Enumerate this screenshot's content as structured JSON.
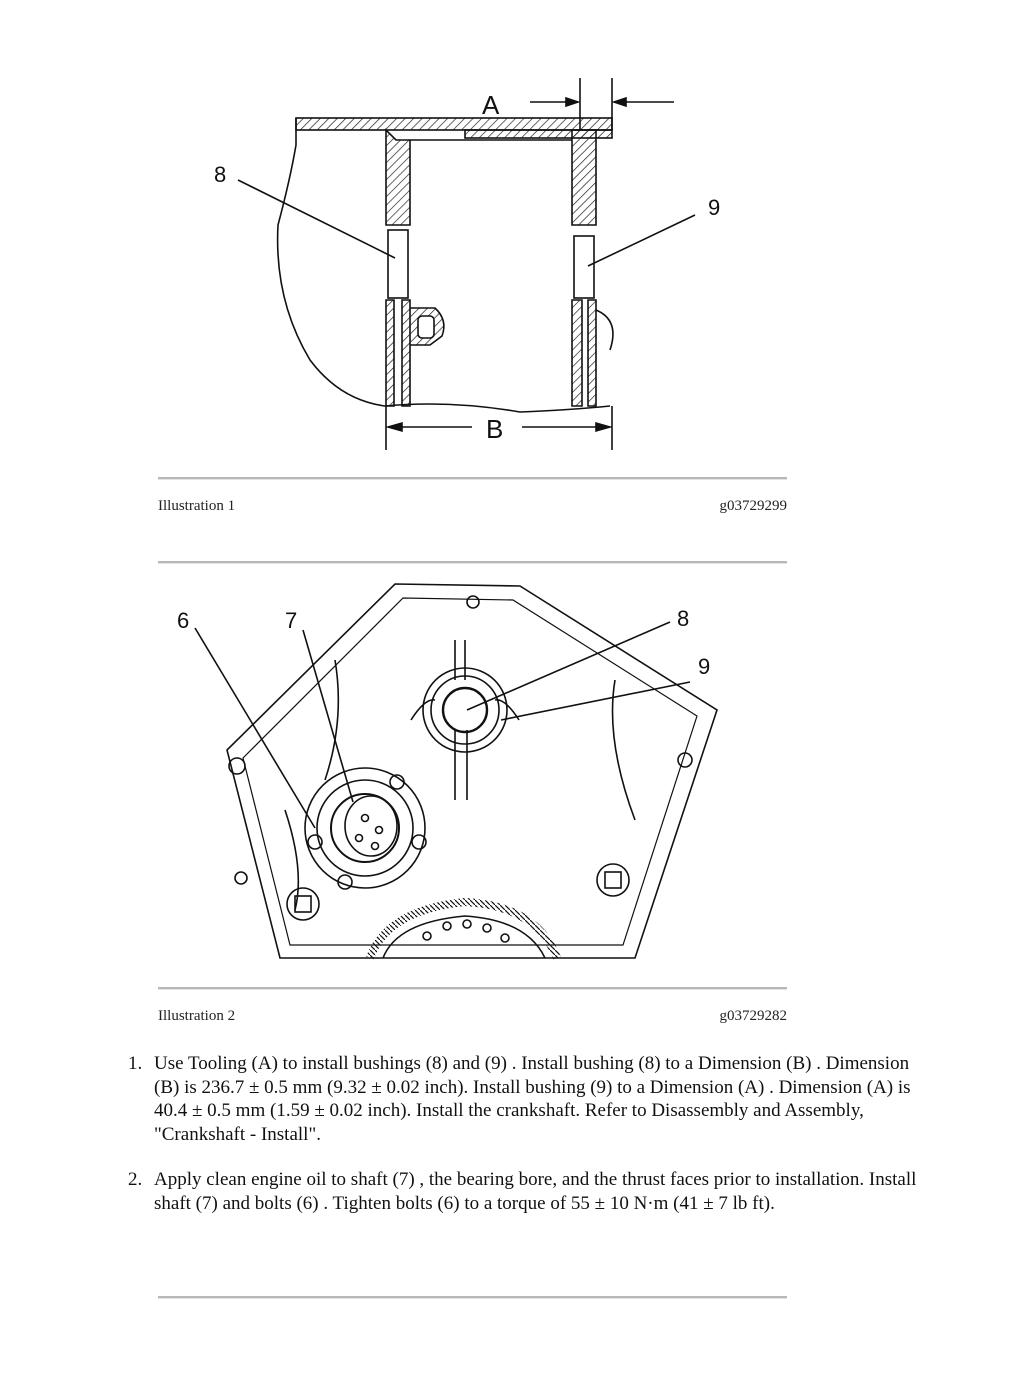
{
  "illustration1": {
    "caption": "Illustration 1",
    "code": "g03729299",
    "callouts": {
      "a": "A",
      "b": "B",
      "c8": "8",
      "c9": "9"
    }
  },
  "illustration2": {
    "caption": "Illustration 2",
    "code": "g03729282",
    "callouts": {
      "c6": "6",
      "c7": "7",
      "c8": "8",
      "c9": "9"
    }
  },
  "steps": [
    {
      "number": "1.",
      "text": "Use Tooling (A) to install bushings (8) and (9) . Install bushing (8) to a Dimension (B) . Dimension (B) is 236.7 ± 0.5 mm (9.32 ± 0.02 inch). Install bushing (9) to a Dimension (A) . Dimension (A) is 40.4 ± 0.5 mm (1.59 ± 0.02 inch). Install the crankshaft. Refer to Disassembly and Assembly, \"Crankshaft - Install\"."
    },
    {
      "number": "2.",
      "text": "Apply clean engine oil to shaft (7) , the bearing bore, and the thrust faces prior to installation. Install shaft (7) and bolts (6) . Tighten bolts (6) to a torque of 55 ± 10 N·m (41 ± 7 lb ft)."
    }
  ]
}
